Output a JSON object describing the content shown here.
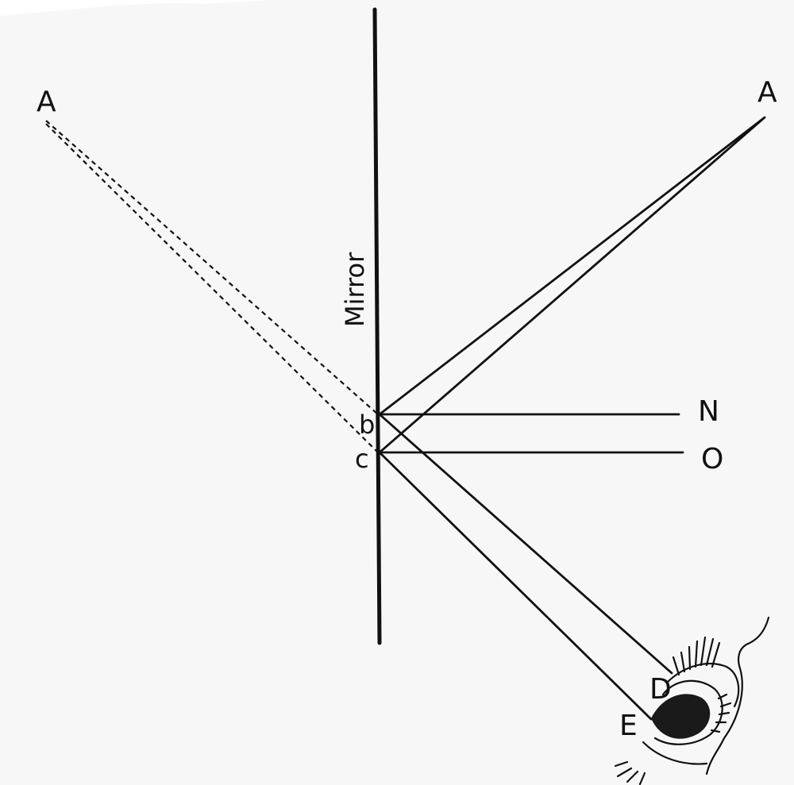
{
  "diagram": {
    "labels": {
      "image_point": "A",
      "object_point": "A",
      "mirror": "Mirror",
      "point_b": "b",
      "point_c": "c",
      "normal_n": "N",
      "normal_o": "O",
      "eye_point_d": "D",
      "eye_point_e": "E"
    },
    "colors": {
      "ink": "#111111",
      "background": "#ffffff",
      "backdrop": "#f7f7f7"
    }
  }
}
